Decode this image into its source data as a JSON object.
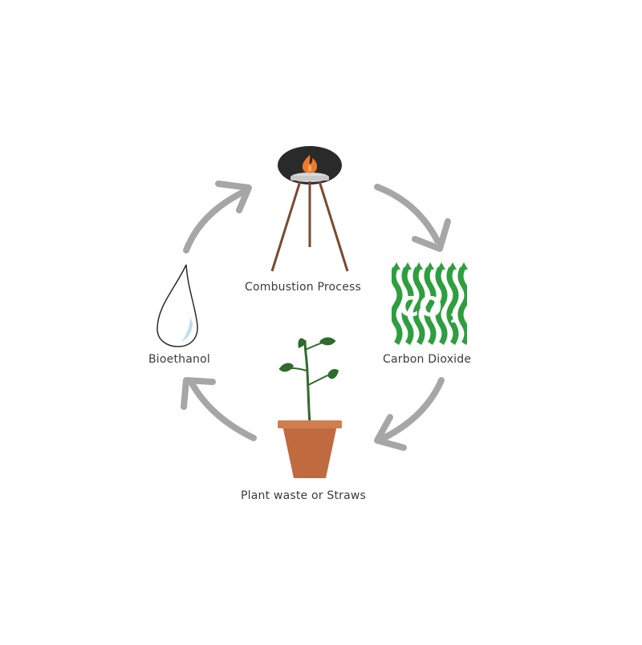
{
  "diagram": {
    "nodes": [
      {
        "id": "combustion",
        "label": "Combustion Process",
        "icon": "fire-bowl-icon"
      },
      {
        "id": "co2",
        "label": "Carbon Dioxide",
        "icon": "co2-icon",
        "icon_text": "CO",
        "icon_subscript": "2"
      },
      {
        "id": "plant",
        "label": "Plant waste or Straws",
        "icon": "potted-plant-icon"
      },
      {
        "id": "bioethanol",
        "label": "Bioethanol",
        "icon": "droplet-icon"
      }
    ],
    "flow": [
      "combustion",
      "co2",
      "plant",
      "bioethanol",
      "combustion"
    ],
    "colors": {
      "arrow": "#a6a6a6",
      "co2_green": "#2e9e3e",
      "flame": "#f07a2a",
      "pot": "#c06a40",
      "bowl": "#2a2a2a",
      "stand": "#7a4a2e",
      "leaf": "#2f6b2a"
    }
  }
}
